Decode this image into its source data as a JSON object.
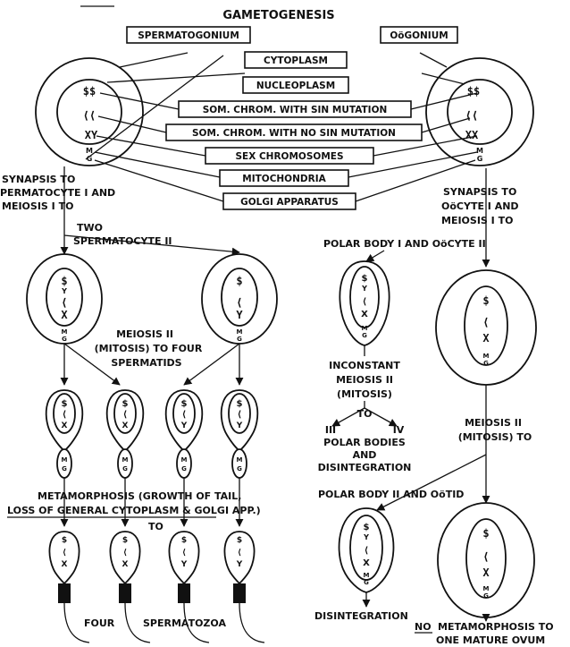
{
  "title": "GAMETOGENESIS",
  "boxes": {
    "spermatogonium": "SPERMATOGONIUM",
    "oogonium": "OöGONIUM",
    "cytoplasm": "CYTOPLASM",
    "nucleoplasm": "NUCLEOPLASM",
    "som_chrom_sin": "SOM. CHROM. WITH SIN MUTATION",
    "som_chrom_no_sin": "SOM. CHROM. WITH NO SIN MUTATION",
    "sex_chromosomes": "SEX CHROMOSOMES",
    "mitochondria": "MITOCHONDRIA",
    "golgi": "GOLGI APPARATUS"
  },
  "male": {
    "synapsis_lines": [
      "SYNAPSIS TO",
      "PERMATOCYTE I AND",
      "MEIOSIS I TO"
    ],
    "two": "TWO",
    "spermatocyte_ii": "SPERMATOCYTE II",
    "meiosis_ii_lines": [
      "MEIOSIS II",
      "(MITOSIS) TO FOUR",
      "SPERMATIDS"
    ],
    "metamorphosis_line1": "METAMORPHOSIS (GROWTH OF TAIL,",
    "metamorphosis_line2": "LOSS OF GENERAL CYTOPLASM & GOLGI APP.)",
    "to": "TO",
    "four": "FOUR",
    "spermatozoa": "SPERMATOZOA"
  },
  "female": {
    "synapsis_lines": [
      "SYNAPSIS TO",
      "OöCYTE I AND",
      "MEIOSIS I TO"
    ],
    "polar_body_i": "POLAR BODY I AND OöCYTE II",
    "inconstant_lines": [
      "INCONSTANT",
      "MEIOSIS II",
      "(MITOSIS)"
    ],
    "to": "TO",
    "iii": "III",
    "iv": "IV",
    "polar_bodies_lines": [
      "POLAR BODIES",
      "AND",
      "DISINTEGRATION"
    ],
    "meiosis_ii_lines": [
      "MEIOSIS II",
      "(MITOSIS) TO"
    ],
    "polar_body_ii": "POLAR BODY II AND OöTID",
    "disintegration": "DISINTEGRATION",
    "no": "NO",
    "no_metamorphosis": "METAMORPHOSIS TO",
    "mature_ovum": "ONE MATURE OVUM"
  },
  "symbols": {
    "s_pair": "$$",
    "s": "$",
    "y": "Y",
    "x": "X",
    "xy": "XY",
    "xx": "XX",
    "chevrons": "⟨⟨",
    "chevron": "⟨",
    "m": "M",
    "g": "G"
  }
}
